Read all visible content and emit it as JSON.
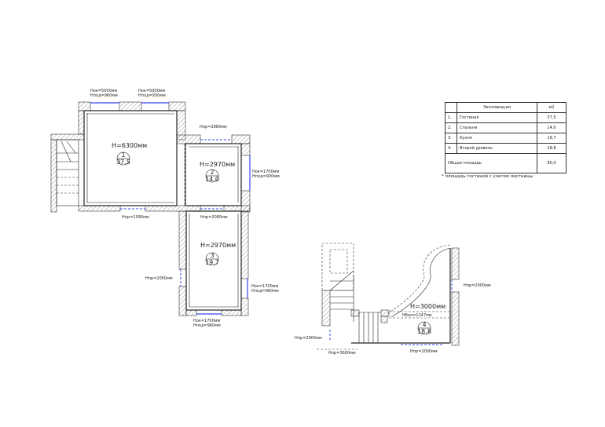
{
  "plan1": {
    "room1": {
      "height": "H=6300мм",
      "number": "1",
      "area": "37,5"
    },
    "room2": {
      "height": "H=2970мм",
      "number": "2",
      "area": "14,0"
    },
    "room3": {
      "height": "H=2970мм",
      "number": "3",
      "area": "19,7"
    },
    "win_top_left": [
      "Нок=5000мм",
      "Нпод=960мм"
    ],
    "win_top_right": [
      "Нок=5000мм",
      "Нпод=930мм"
    ],
    "door_room2_top": "Нпр=2860мм",
    "win_room2_right": [
      "Нок=1700мм",
      "Нпод=900мм"
    ],
    "door_bottom_left": "Нпр=2090мм",
    "door_room3_top": "Нпр=2090мм",
    "door_room3_left": "Нпр=2050мм",
    "win_room3_right": [
      "Нок=1700мм",
      "Нпод=960мм"
    ],
    "win_room3_bottom": [
      "Нок=1700мм",
      "Нпод=960мм"
    ]
  },
  "plan2": {
    "room4": {
      "height": "H=3000мм",
      "balcony": "Нбал=1247мм",
      "number": "4",
      "area": "18,8"
    },
    "door_right": "Нпр=2000мм",
    "door_left": "Нпр=2000мм",
    "door_left_bottom": "Нпр=3600мм",
    "door_bottom": "Нпр=2000мм"
  },
  "table": {
    "header": [
      "Экспликация",
      "м2"
    ],
    "rows": [
      {
        "n": "1.",
        "name": "Гостиная",
        "area": "37,5"
      },
      {
        "n": "2.",
        "name": "Спальня",
        "area": "14,0"
      },
      {
        "n": "3.",
        "name": "Кухня",
        "area": "19,7"
      },
      {
        "n": "4.",
        "name": "Второй уровень",
        "area": "18,8"
      }
    ],
    "total_label": "Общая площадь",
    "total": "90,0",
    "note": "* площадь гостиной с учетом лестницы"
  }
}
